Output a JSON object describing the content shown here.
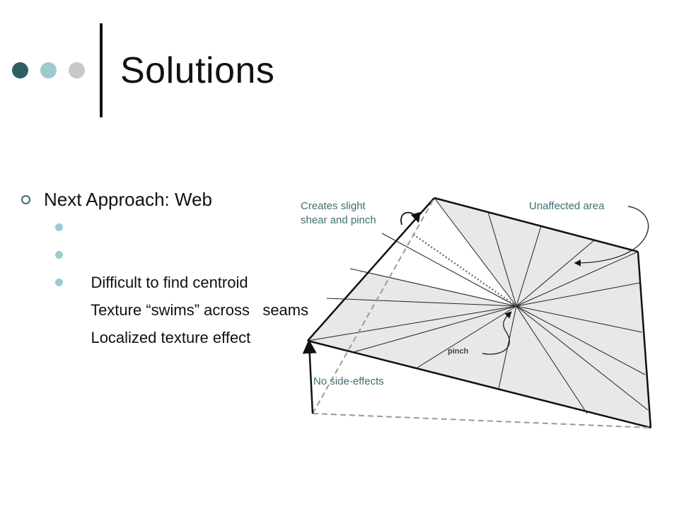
{
  "slide": {
    "title": "Solutions",
    "dots": [
      "#2e5f63",
      "#9ccbd0",
      "#c8c8c8"
    ]
  },
  "bullets": {
    "main": "Next Approach: Web",
    "subs": [
      "Difficult to find centroid",
      "Texture “swims” across   seams",
      "Localized texture effect"
    ]
  },
  "diagram": {
    "label_shear_line1": "Creates slight",
    "label_shear_line2": "shear and pinch",
    "label_unaffected": "Unaffected area",
    "label_pinch": "pinch",
    "label_no_side_effects": "No side-effects",
    "label_color": "#3f6e70"
  }
}
